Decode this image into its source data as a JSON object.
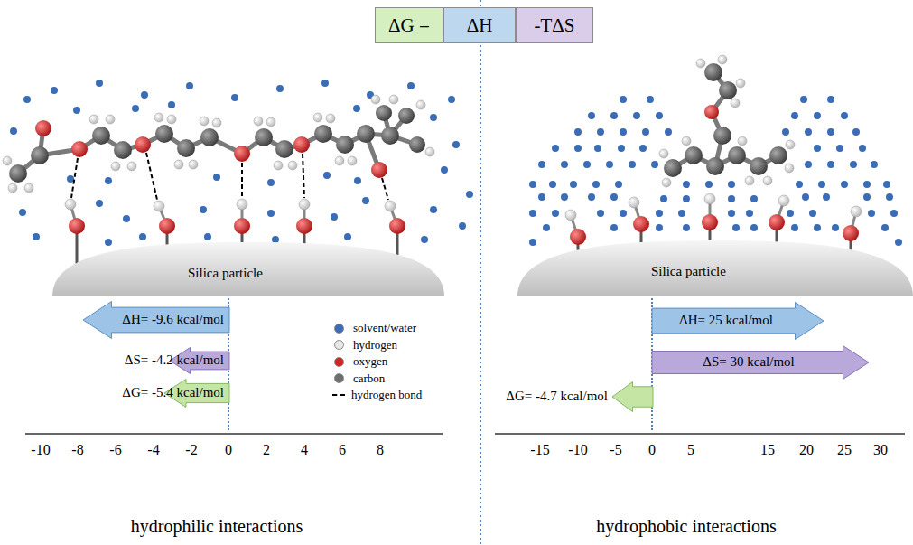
{
  "diagram": {
    "nodes": [
      {
        "text": [
          "ΔG ="
        ]
      },
      {
        "text": [
          "ΔH"
        ]
      },
      {
        "text": [
          "-TΔS"
        ]
      },
      {
        "text": [
          "Silica particle"
        ]
      },
      {
        "text": [
          "ΔH= -9.6 kcal/mol"
        ]
      },
      {
        "text": [
          "ΔS= -4.2 kcal/mol"
        ]
      },
      {
        "text": [
          "ΔG= -5.4 kcal/mol"
        ]
      },
      {
        "text": [
          "Silica particle"
        ]
      },
      {
        "text": [
          "ΔH= 25 kcal/mol"
        ]
      },
      {
        "text": [
          "ΔS= 30 kcal/mol"
        ]
      },
      {
        "text": [
          "ΔG= -4.7 kcal/mol"
        ]
      }
    ],
    "labels": [
      "-10",
      "-8",
      "-6",
      "-4",
      "-2",
      "0",
      "2",
      "4",
      "6",
      "8",
      "-15",
      "-10",
      "-5",
      "0",
      "5",
      "15",
      "20",
      "25",
      "30",
      "hydrophilic interactions",
      "hydrophobic interactions"
    ],
    "legend": [
      {
        "text": "solvent/water",
        "color": "#3a6db5"
      },
      {
        "text": "hydrogen",
        "color": "#e6e6e6"
      },
      {
        "text": "oxygen",
        "color": "#d42424"
      },
      {
        "text": "carbon",
        "color": "#6e6e6e"
      },
      {
        "text": "hydrogen bond"
      }
    ]
  }
}
